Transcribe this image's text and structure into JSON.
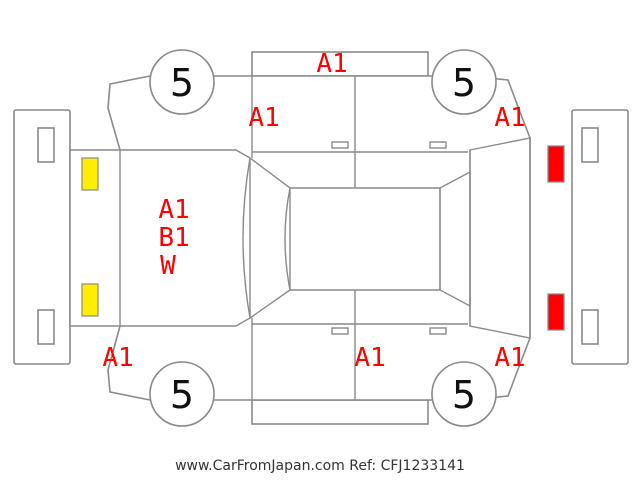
{
  "colors": {
    "damage_text": "#ff0000",
    "front_light": "#ffee00",
    "rear_light": "#ff0000",
    "outline": "#8a8a8a"
  },
  "tires": {
    "front_left": "5",
    "rear_left": "5",
    "front_right": "5",
    "rear_right": "5"
  },
  "marks": {
    "roof_strip_top": "A1",
    "front_left_fender": "A1",
    "rear_left_quarter": "A1",
    "hood_a": "A1",
    "hood_b": "B1",
    "hood_w": "W",
    "front_right_fender": "A1",
    "right_door": "A1",
    "rear_right_quarter": "A1"
  },
  "footer": {
    "watermark": "www.CarFromJapan.com Ref: CFJ1233141"
  }
}
